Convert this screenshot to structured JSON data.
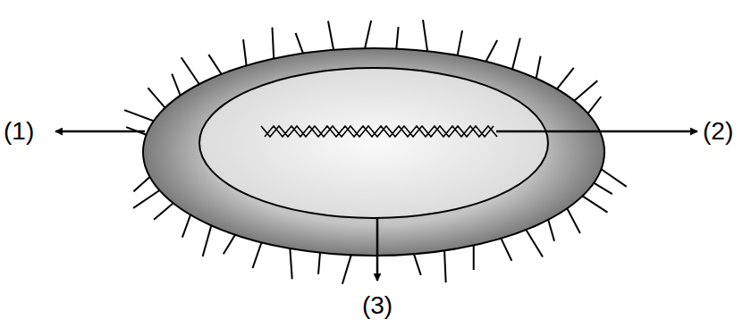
{
  "diagram": {
    "labels": [
      "(1)",
      "(2)",
      "(3)"
    ]
  }
}
